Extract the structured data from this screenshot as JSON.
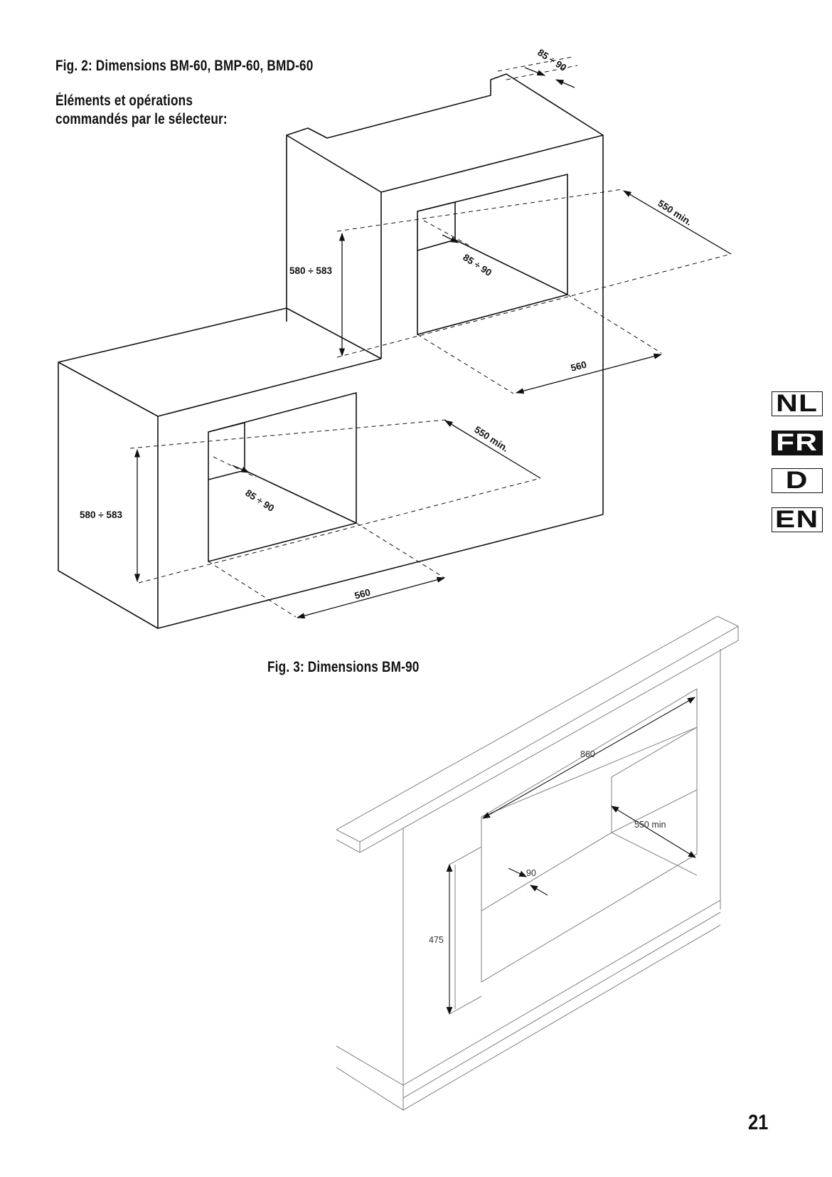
{
  "fig2": {
    "title": "Fig. 2: Dimensions BM-60, BMP-60, BMD-60",
    "subtitle_line1": "Éléments et opérations",
    "subtitle_line2": "commandés par le sélecteur:",
    "dims": {
      "top_depth_gap": "85 ÷ 90",
      "upper_depth": "550 min.",
      "upper_recess": "85 ÷ 90",
      "upper_height": "580 ÷ 583",
      "upper_width": "560",
      "lower_depth": "550 min.",
      "lower_recess": "85 ÷ 90",
      "lower_height": "580 ÷ 583",
      "lower_width": "560"
    }
  },
  "fig3": {
    "title": "Fig. 3: Dimensions BM-90",
    "dims": {
      "width": "860",
      "depth": "550 min",
      "recess": "90",
      "height": "475"
    }
  },
  "language_tabs": [
    {
      "label": "NL",
      "active": false
    },
    {
      "label": "FR",
      "active": true
    },
    {
      "label": "D",
      "active": false
    },
    {
      "label": "EN",
      "active": false
    }
  ],
  "page_number": "21",
  "colors": {
    "line": "#111111",
    "fig3_line": "#8a8a8a",
    "active_tab_bg": "#111111"
  }
}
